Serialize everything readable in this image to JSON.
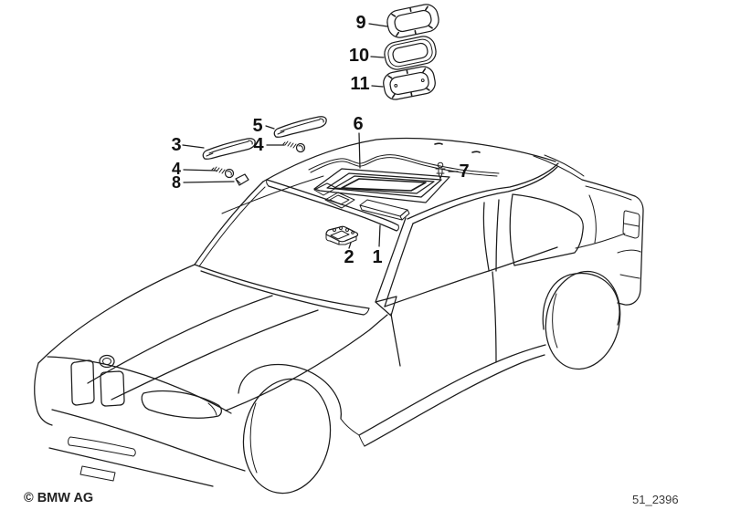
{
  "footer": {
    "copyright": "© BMW AG",
    "drawing_number": "51_2396"
  },
  "callouts": [
    {
      "label": "9"
    },
    {
      "label": "10"
    },
    {
      "label": "11"
    },
    {
      "label": "5"
    },
    {
      "label": "3"
    },
    {
      "label": "4"
    },
    {
      "label": "4"
    },
    {
      "label": "8"
    },
    {
      "label": "6"
    },
    {
      "label": "7"
    },
    {
      "label": "2"
    },
    {
      "label": "1"
    }
  ]
}
